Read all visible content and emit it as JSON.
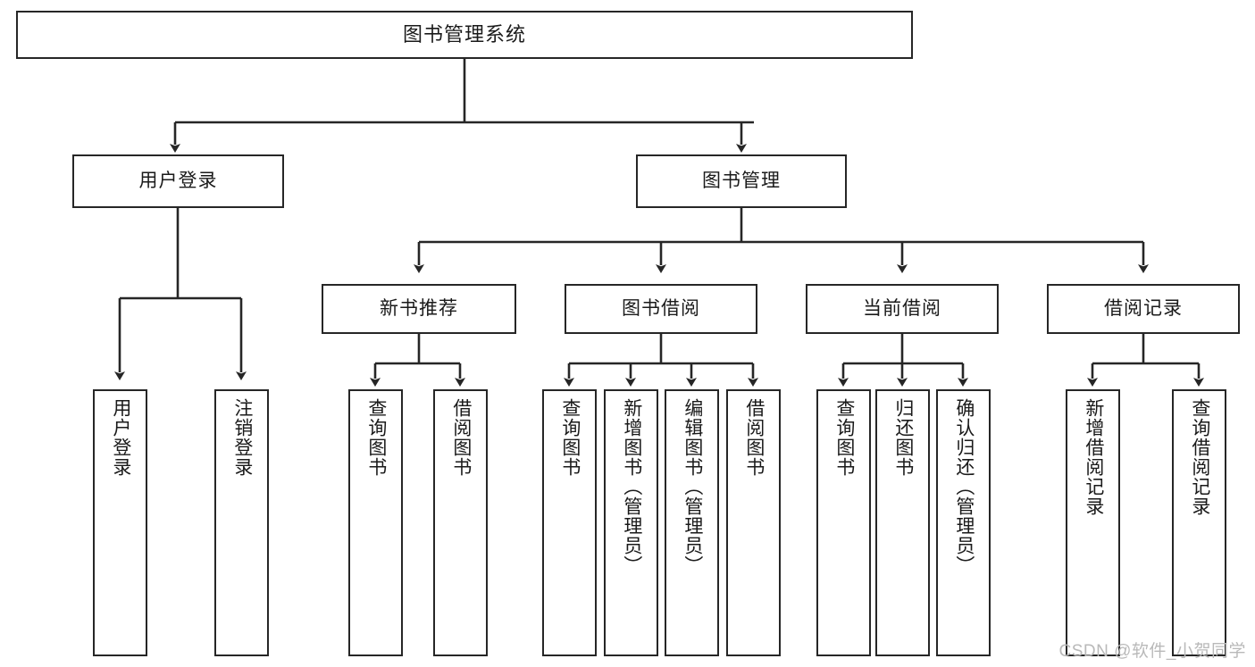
{
  "diagram": {
    "title": "图书管理系统",
    "type": "tree-hierarchy-chart",
    "orientation": "top-down",
    "colors": {
      "box_border": "#262626",
      "box_fill": "#ffffff",
      "connector": "#262626",
      "text": "#1a1a1a",
      "watermark": "#b9b9b9",
      "background": "#ffffff"
    }
  },
  "root": {
    "label": "图书管理系统"
  },
  "level1": [
    {
      "label": "用户登录"
    },
    {
      "label": "图书管理"
    }
  ],
  "level2": [
    {
      "label": "新书推荐"
    },
    {
      "label": "图书借阅"
    },
    {
      "label": "当前借阅"
    },
    {
      "label": "借阅记录"
    }
  ],
  "leaves": {
    "user_login": [
      {
        "label": "用户登录"
      },
      {
        "label": "注销登录"
      }
    ],
    "new_book_recommend": [
      {
        "label": "查询图书"
      },
      {
        "label": "借阅图书"
      }
    ],
    "book_borrow": [
      {
        "label": "查询图书"
      },
      {
        "label": "新增图书（管理员）"
      },
      {
        "label": "编辑图书（管理员）"
      },
      {
        "label": "借阅图书"
      }
    ],
    "current_borrow": [
      {
        "label": "查询图书"
      },
      {
        "label": "归还图书"
      },
      {
        "label": "确认归还（管理员）"
      }
    ],
    "borrow_record": [
      {
        "label": "新增借阅记录"
      },
      {
        "label": "查询借阅记录"
      }
    ]
  },
  "watermark": {
    "text": "CSDN @软件_小贺同学"
  }
}
